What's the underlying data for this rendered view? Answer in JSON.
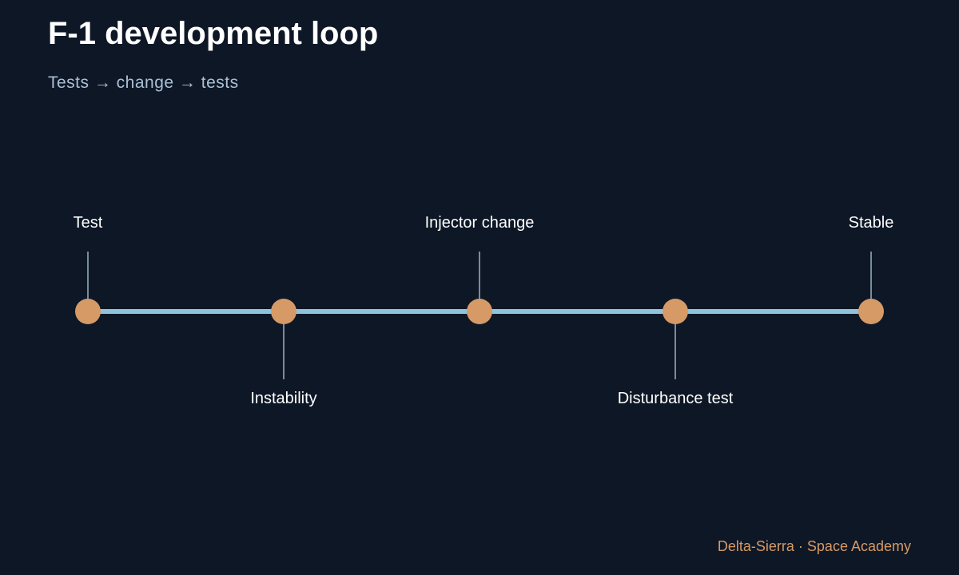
{
  "title": "F-1 development loop",
  "subtitle": "Tests → change → tests",
  "colors": {
    "background": "#0e1726",
    "track": "#8fc3dc",
    "node": "#d69a66",
    "connector": "#9fb2c4",
    "label": "#ffffff",
    "subtitle": "#a9c0d6",
    "footer": "#d69a66"
  },
  "timeline": {
    "events": [
      {
        "label": "Test",
        "side": "above"
      },
      {
        "label": "Instability",
        "side": "below"
      },
      {
        "label": "Injector change",
        "side": "above"
      },
      {
        "label": "Disturbance test",
        "side": "below"
      },
      {
        "label": "Stable",
        "side": "above"
      }
    ]
  },
  "footer": "Delta-Sierra · Space Academy"
}
